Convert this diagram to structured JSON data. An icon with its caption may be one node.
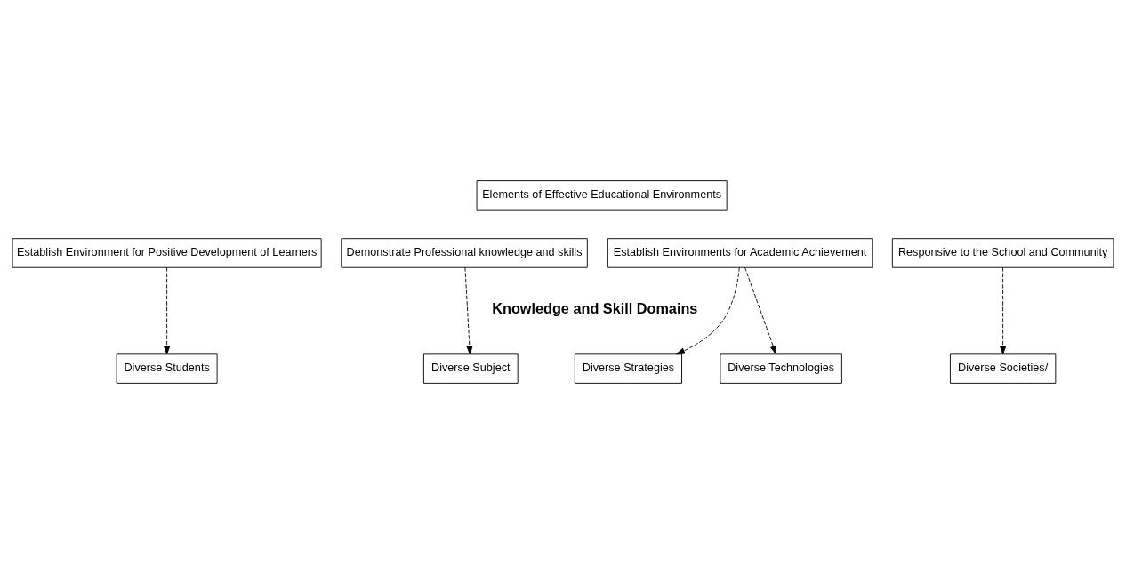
{
  "diagram": {
    "nodes": [
      {
        "text": [
          "Elements of Effective Educational Environments"
        ]
      },
      {
        "text": [
          "Establish Environment for Positive Development of Learners"
        ]
      },
      {
        "text": [
          "Demonstrate Professional knowledge and skills"
        ]
      },
      {
        "text": [
          "Establish Environments for Academic Achievement"
        ]
      },
      {
        "text": [
          "Responsive to the School and Community"
        ]
      },
      {
        "text": [
          "Diverse Students"
        ]
      },
      {
        "text": [
          "Diverse Subject"
        ]
      },
      {
        "text": [
          "Diverse Strategies"
        ]
      },
      {
        "text": [
          "Diverse Technologies"
        ]
      },
      {
        "text": [
          "Diverse Societies/"
        ]
      }
    ],
    "edges": [
      {
        "from": 1,
        "to": 5,
        "arrow": "to",
        "style": "dashed"
      },
      {
        "from": 2,
        "to": 6,
        "arrow": "to",
        "style": "dashed"
      },
      {
        "from": 3,
        "to": 7,
        "arrow": "to",
        "style": "dashed"
      },
      {
        "from": 3,
        "to": 8,
        "arrow": "to",
        "style": "dashed"
      },
      {
        "from": 4,
        "to": 9,
        "arrow": "to",
        "style": "dashed"
      }
    ],
    "labels": [
      "Knowledge and Skill Domains"
    ]
  }
}
